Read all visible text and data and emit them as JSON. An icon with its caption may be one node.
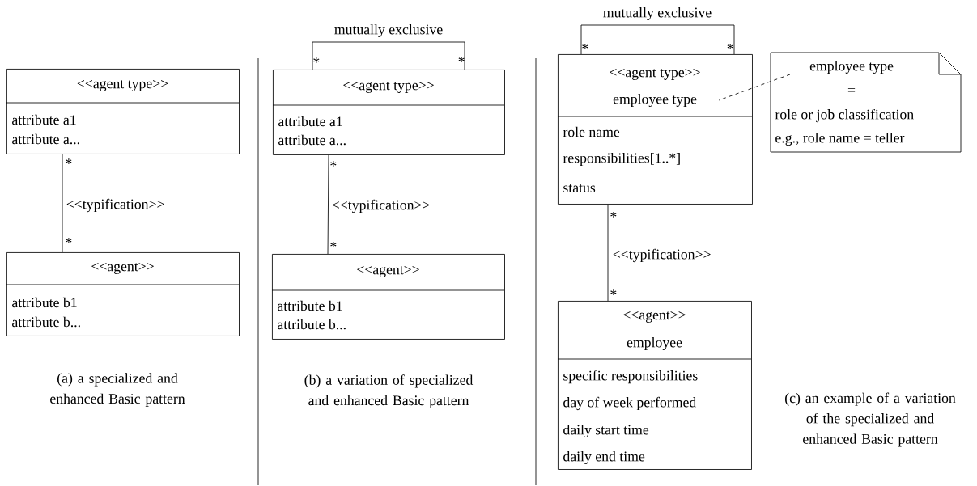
{
  "diagram": {
    "nodes": [
      {
        "text": [
          "<<agent type>>",
          "attribute a1",
          "attribute a..."
        ]
      },
      {
        "text": [
          "<<agent>>",
          "attribute b1",
          "attribute b..."
        ]
      },
      {
        "text": [
          "<<agent type>>",
          "attribute a1",
          "attribute a..."
        ]
      },
      {
        "text": [
          "<<agent>>",
          "attribute b1",
          "attribute b..."
        ]
      },
      {
        "text": [
          "<<agent type>>",
          "employee type",
          "role name",
          "responsibilities[1..*]",
          "status"
        ]
      },
      {
        "text": [
          "<<agent>>",
          "employee",
          "specific responsibilities",
          "day of week performed",
          "daily start time",
          "daily end time"
        ]
      },
      {
        "text": [
          "employee type",
          "=",
          "role or job classification",
          "e.g., role name = teller"
        ]
      }
    ],
    "edges": [
      {
        "from": 0,
        "to": 1,
        "arrow": "none",
        "label": "<<typification>>"
      },
      {
        "from": 2,
        "to": 2,
        "arrow": "none",
        "label": "mutually exclusive"
      },
      {
        "from": 2,
        "to": 3,
        "arrow": "none",
        "label": "<<typification>>"
      },
      {
        "from": 4,
        "to": 4,
        "arrow": "none",
        "label": "mutually exclusive"
      },
      {
        "from": 4,
        "to": 5,
        "arrow": "none",
        "label": "<<typification>>"
      },
      {
        "from": 6,
        "to": 4,
        "arrow": "none",
        "style": "dashed"
      }
    ],
    "labels": [
      "*",
      "*",
      "*",
      "*",
      "*",
      "*",
      "*",
      "*",
      "*",
      "*",
      "(a) a specialized and enhanced Basic pattern",
      "(b) a variation of specialized and enhanced Basic pattern",
      "(c) an example of a variation of the specialized and enhanced Basic pattern"
    ]
  }
}
